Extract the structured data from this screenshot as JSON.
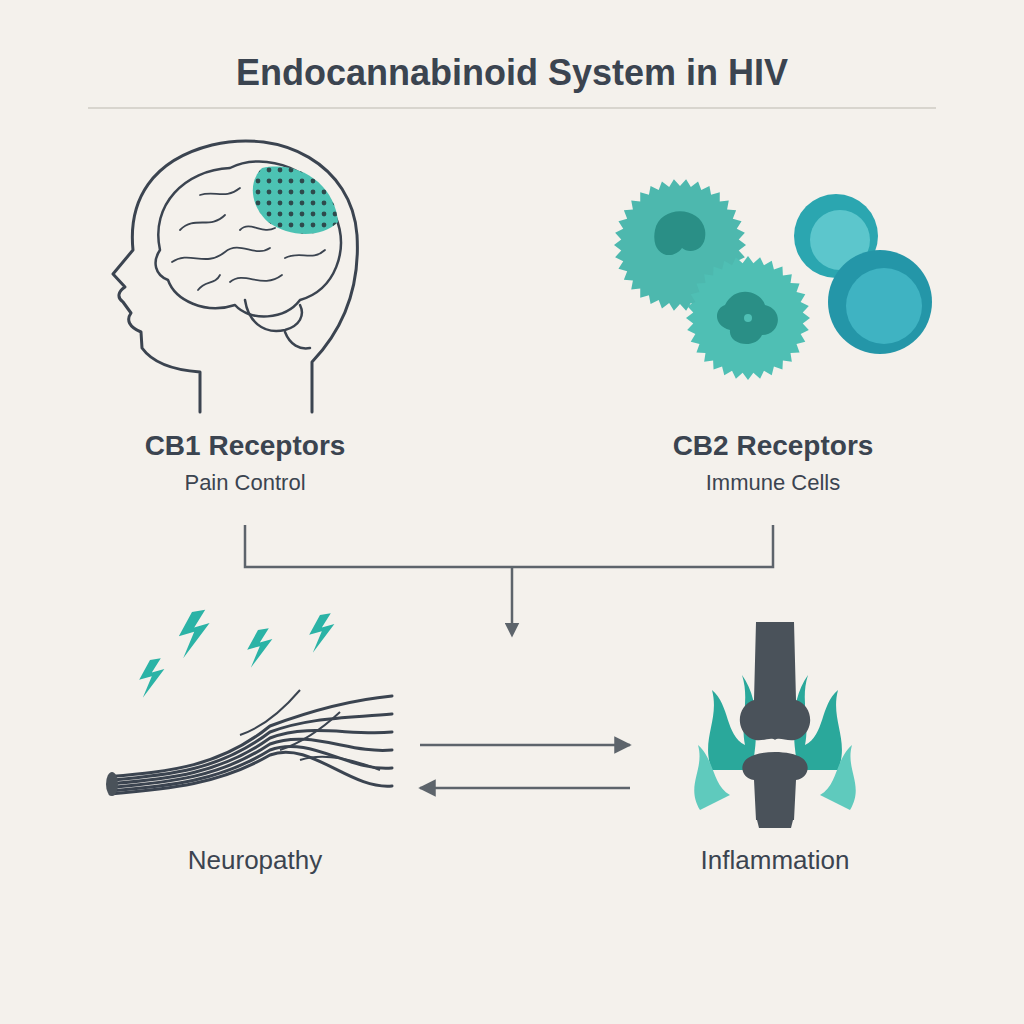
{
  "diagram": {
    "title": "Endocannabinoid System in HIV",
    "nodes": [
      {
        "text": [
          "CB1 Receptors",
          "Pain Control"
        ]
      },
      {
        "text": [
          "CB2 Receptors",
          "Immune Cells"
        ]
      },
      {
        "text": [
          "Neuropathy"
        ]
      },
      {
        "text": [
          "Inflammation"
        ]
      }
    ],
    "edges": [
      {
        "from": 2,
        "to": 3,
        "arrow": "to"
      },
      {
        "from": 3,
        "to": 2,
        "arrow": "to"
      }
    ]
  }
}
